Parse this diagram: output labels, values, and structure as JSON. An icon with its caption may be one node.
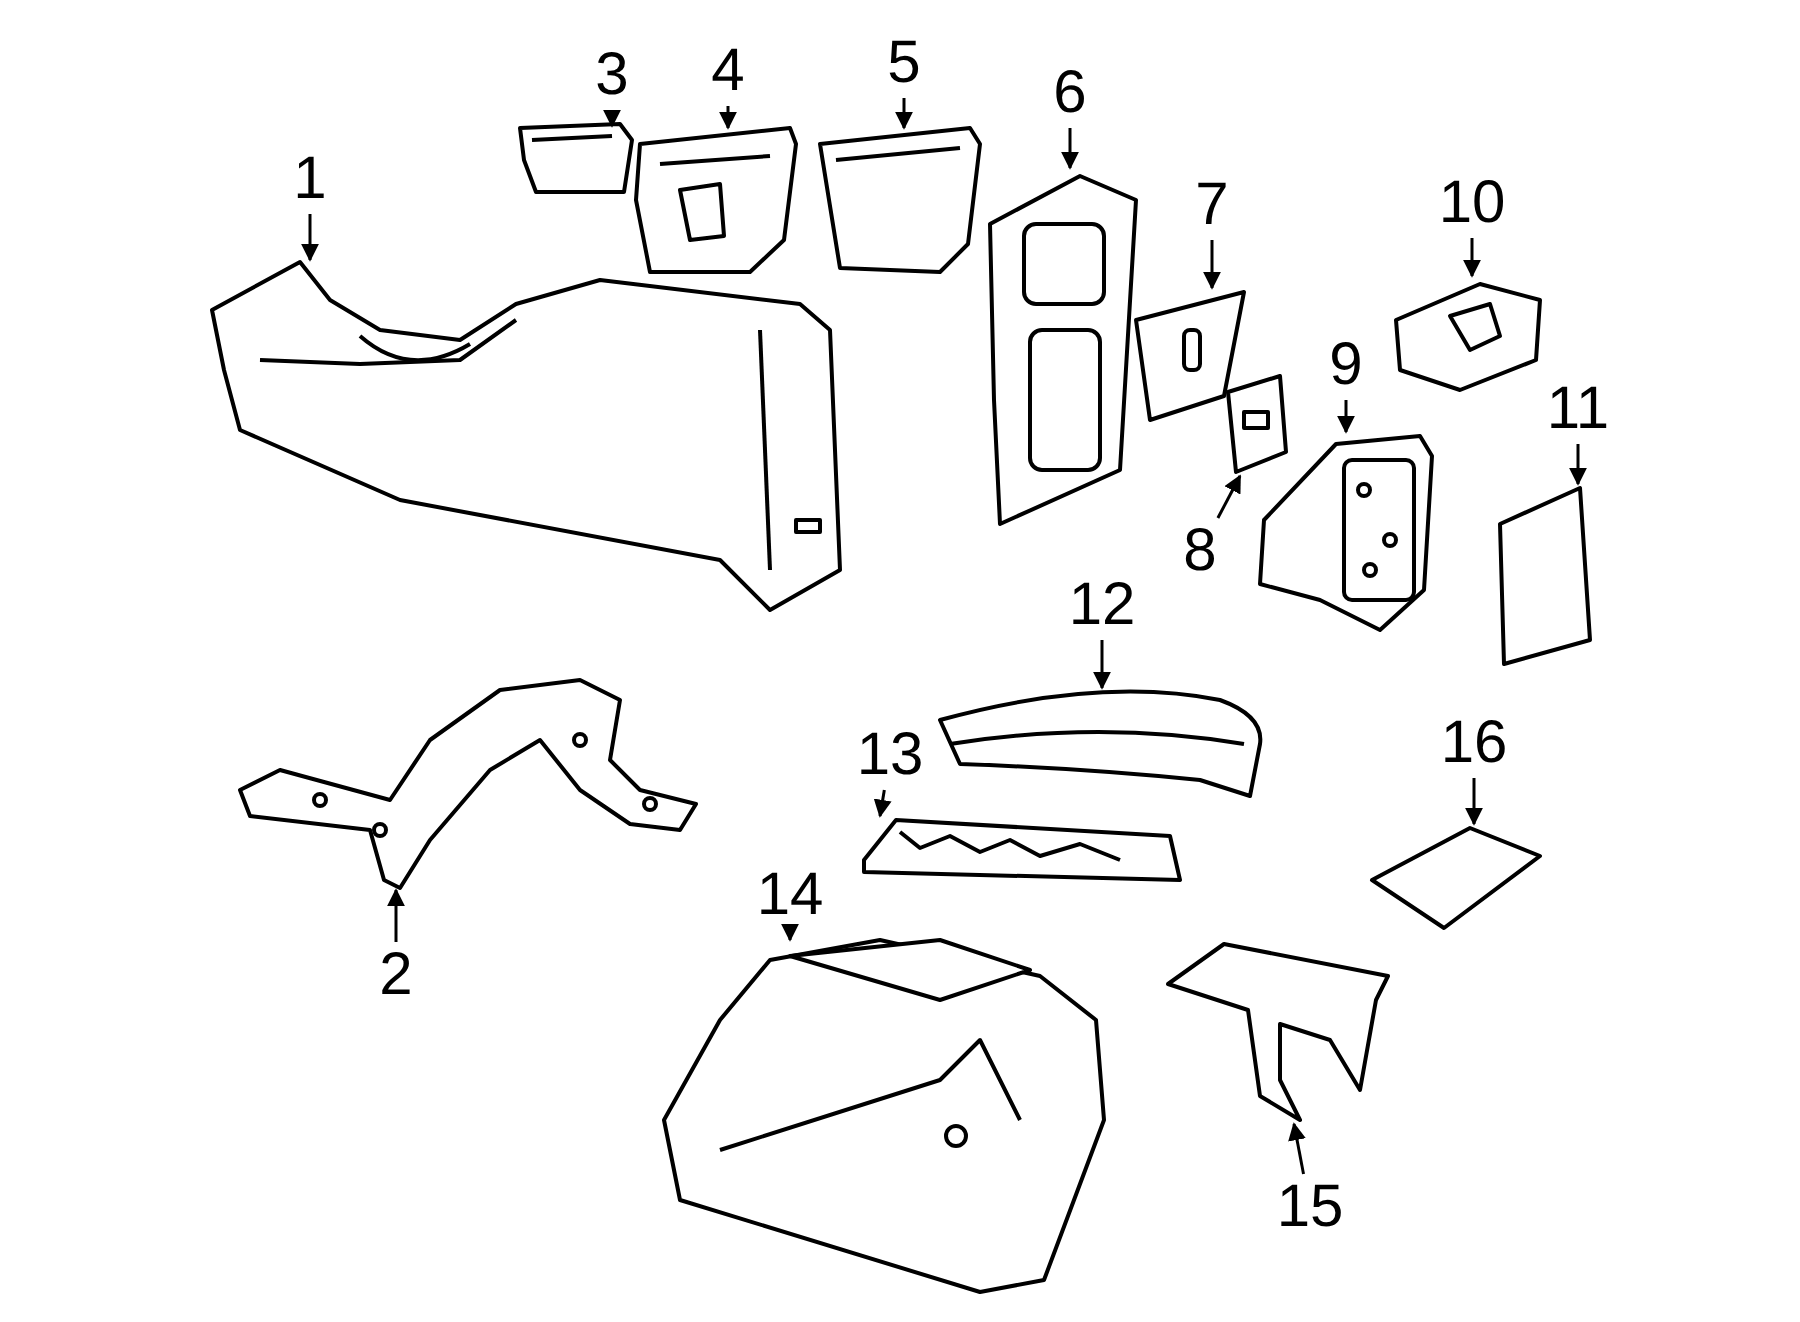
{
  "diagram": {
    "nodes": [
      {
        "text": [
          "1"
        ]
      },
      {
        "text": [
          "2"
        ]
      },
      {
        "text": [
          "3"
        ]
      },
      {
        "text": [
          "4"
        ]
      },
      {
        "text": [
          "5"
        ]
      },
      {
        "text": [
          "6"
        ]
      },
      {
        "text": [
          "7"
        ]
      },
      {
        "text": [
          "8"
        ]
      },
      {
        "text": [
          "9"
        ]
      },
      {
        "text": [
          "10"
        ]
      },
      {
        "text": [
          "11"
        ]
      },
      {
        "text": [
          "12"
        ]
      },
      {
        "text": [
          "13"
        ]
      },
      {
        "text": [
          "14"
        ]
      },
      {
        "text": [
          "15"
        ]
      },
      {
        "text": [
          "16"
        ]
      },
      {
        "text": [],
        "shape": "picture"
      },
      {
        "text": [],
        "shape": "picture"
      },
      {
        "text": [],
        "shape": "picture"
      },
      {
        "text": [],
        "shape": "picture"
      },
      {
        "text": [],
        "shape": "picture"
      },
      {
        "text": [],
        "shape": "picture"
      },
      {
        "text": [],
        "shape": "picture"
      },
      {
        "text": [],
        "shape": "picture"
      },
      {
        "text": [],
        "shape": "picture"
      },
      {
        "text": [],
        "shape": "picture"
      },
      {
        "text": [],
        "shape": "picture"
      },
      {
        "text": [],
        "shape": "picture"
      },
      {
        "text": [],
        "shape": "picture"
      },
      {
        "text": [],
        "shape": "picture"
      },
      {
        "text": [],
        "shape": "picture"
      },
      {
        "text": [],
        "shape": "picture"
      }
    ],
    "edges": [
      {
        "from": 0,
        "to": 16,
        "arrow": "to"
      },
      {
        "from": 1,
        "to": 17,
        "arrow": "to"
      },
      {
        "from": 2,
        "to": 18,
        "arrow": "to"
      },
      {
        "from": 3,
        "to": 19,
        "arrow": "to"
      },
      {
        "from": 4,
        "to": 20,
        "arrow": "to"
      },
      {
        "from": 5,
        "to": 21,
        "arrow": "to"
      },
      {
        "from": 6,
        "to": 22,
        "arrow": "to"
      },
      {
        "from": 7,
        "to": 23,
        "arrow": "to"
      },
      {
        "from": 8,
        "to": 24,
        "arrow": "to"
      },
      {
        "from": 9,
        "to": 25,
        "arrow": "to"
      },
      {
        "from": 10,
        "to": 26,
        "arrow": "to"
      },
      {
        "from": 11,
        "to": 27,
        "arrow": "to"
      },
      {
        "from": 12,
        "to": 28,
        "arrow": "to"
      },
      {
        "from": 13,
        "to": 29,
        "arrow": "to"
      },
      {
        "from": 14,
        "to": 30,
        "arrow": "to"
      },
      {
        "from": 15,
        "to": 31,
        "arrow": "to"
      }
    ]
  }
}
